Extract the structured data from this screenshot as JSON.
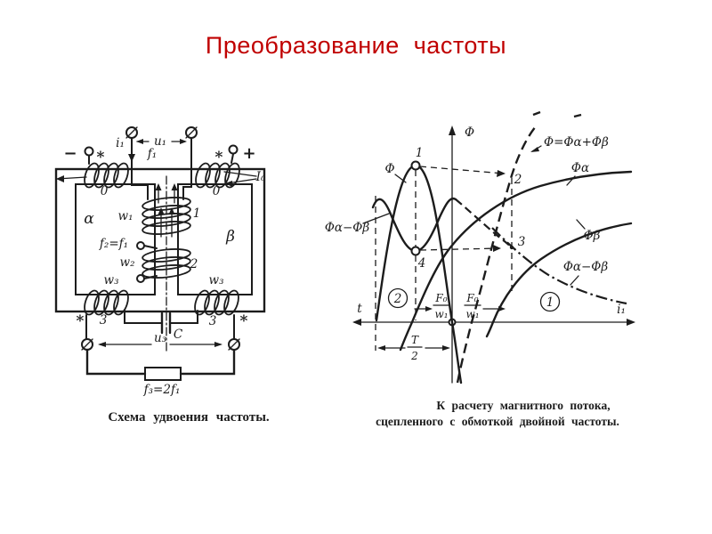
{
  "slide": {
    "title": "Преобразование  частоты",
    "title_color": "#c00000",
    "background": "#ffffff"
  },
  "circuit": {
    "caption": "Схема удвоения частоты.",
    "labels": {
      "minus": "−",
      "plus": "+",
      "star_tl": "*",
      "star_tr": "*",
      "star_bl": "*",
      "star_br": "*",
      "i1": "i₁",
      "u1": "u₁",
      "f1": "f₁",
      "I0": "I₀",
      "zero_left": "0",
      "zero_right": "0",
      "alpha": "α",
      "beta": "β",
      "w1": "w₁",
      "n1": "1",
      "f2": "f₂=f₁",
      "w2": "w₂",
      "n2": "2",
      "w3_left": "w₃",
      "w3_right": "w₃",
      "n3_left": "3",
      "n3_right": "3",
      "cap": "C",
      "u3": "u₃",
      "f3": "f₃=2f₁"
    }
  },
  "graph": {
    "caption_line1": "К расчету магнитного потока,",
    "caption_line2": "сцепленного с обмоткой двойной частоты.",
    "axis": {
      "y": "Φ",
      "x_left": "t",
      "x_right": "i₁"
    },
    "curve_labels": {
      "phi": "Φ",
      "sum": "Φ=Φα+Φβ",
      "alpha": "Φα",
      "beta": "Φβ",
      "diff_left": "Φα−Φβ",
      "diff_right": "Φα−Φβ"
    },
    "points": {
      "p1": "1",
      "p2": "2",
      "p3": "3",
      "p4": "4"
    },
    "fractions": {
      "f0": "F₀",
      "w1": "w₁",
      "T": "T",
      "two": "2"
    },
    "regions": {
      "circled1": "1",
      "circled2": "2"
    }
  }
}
